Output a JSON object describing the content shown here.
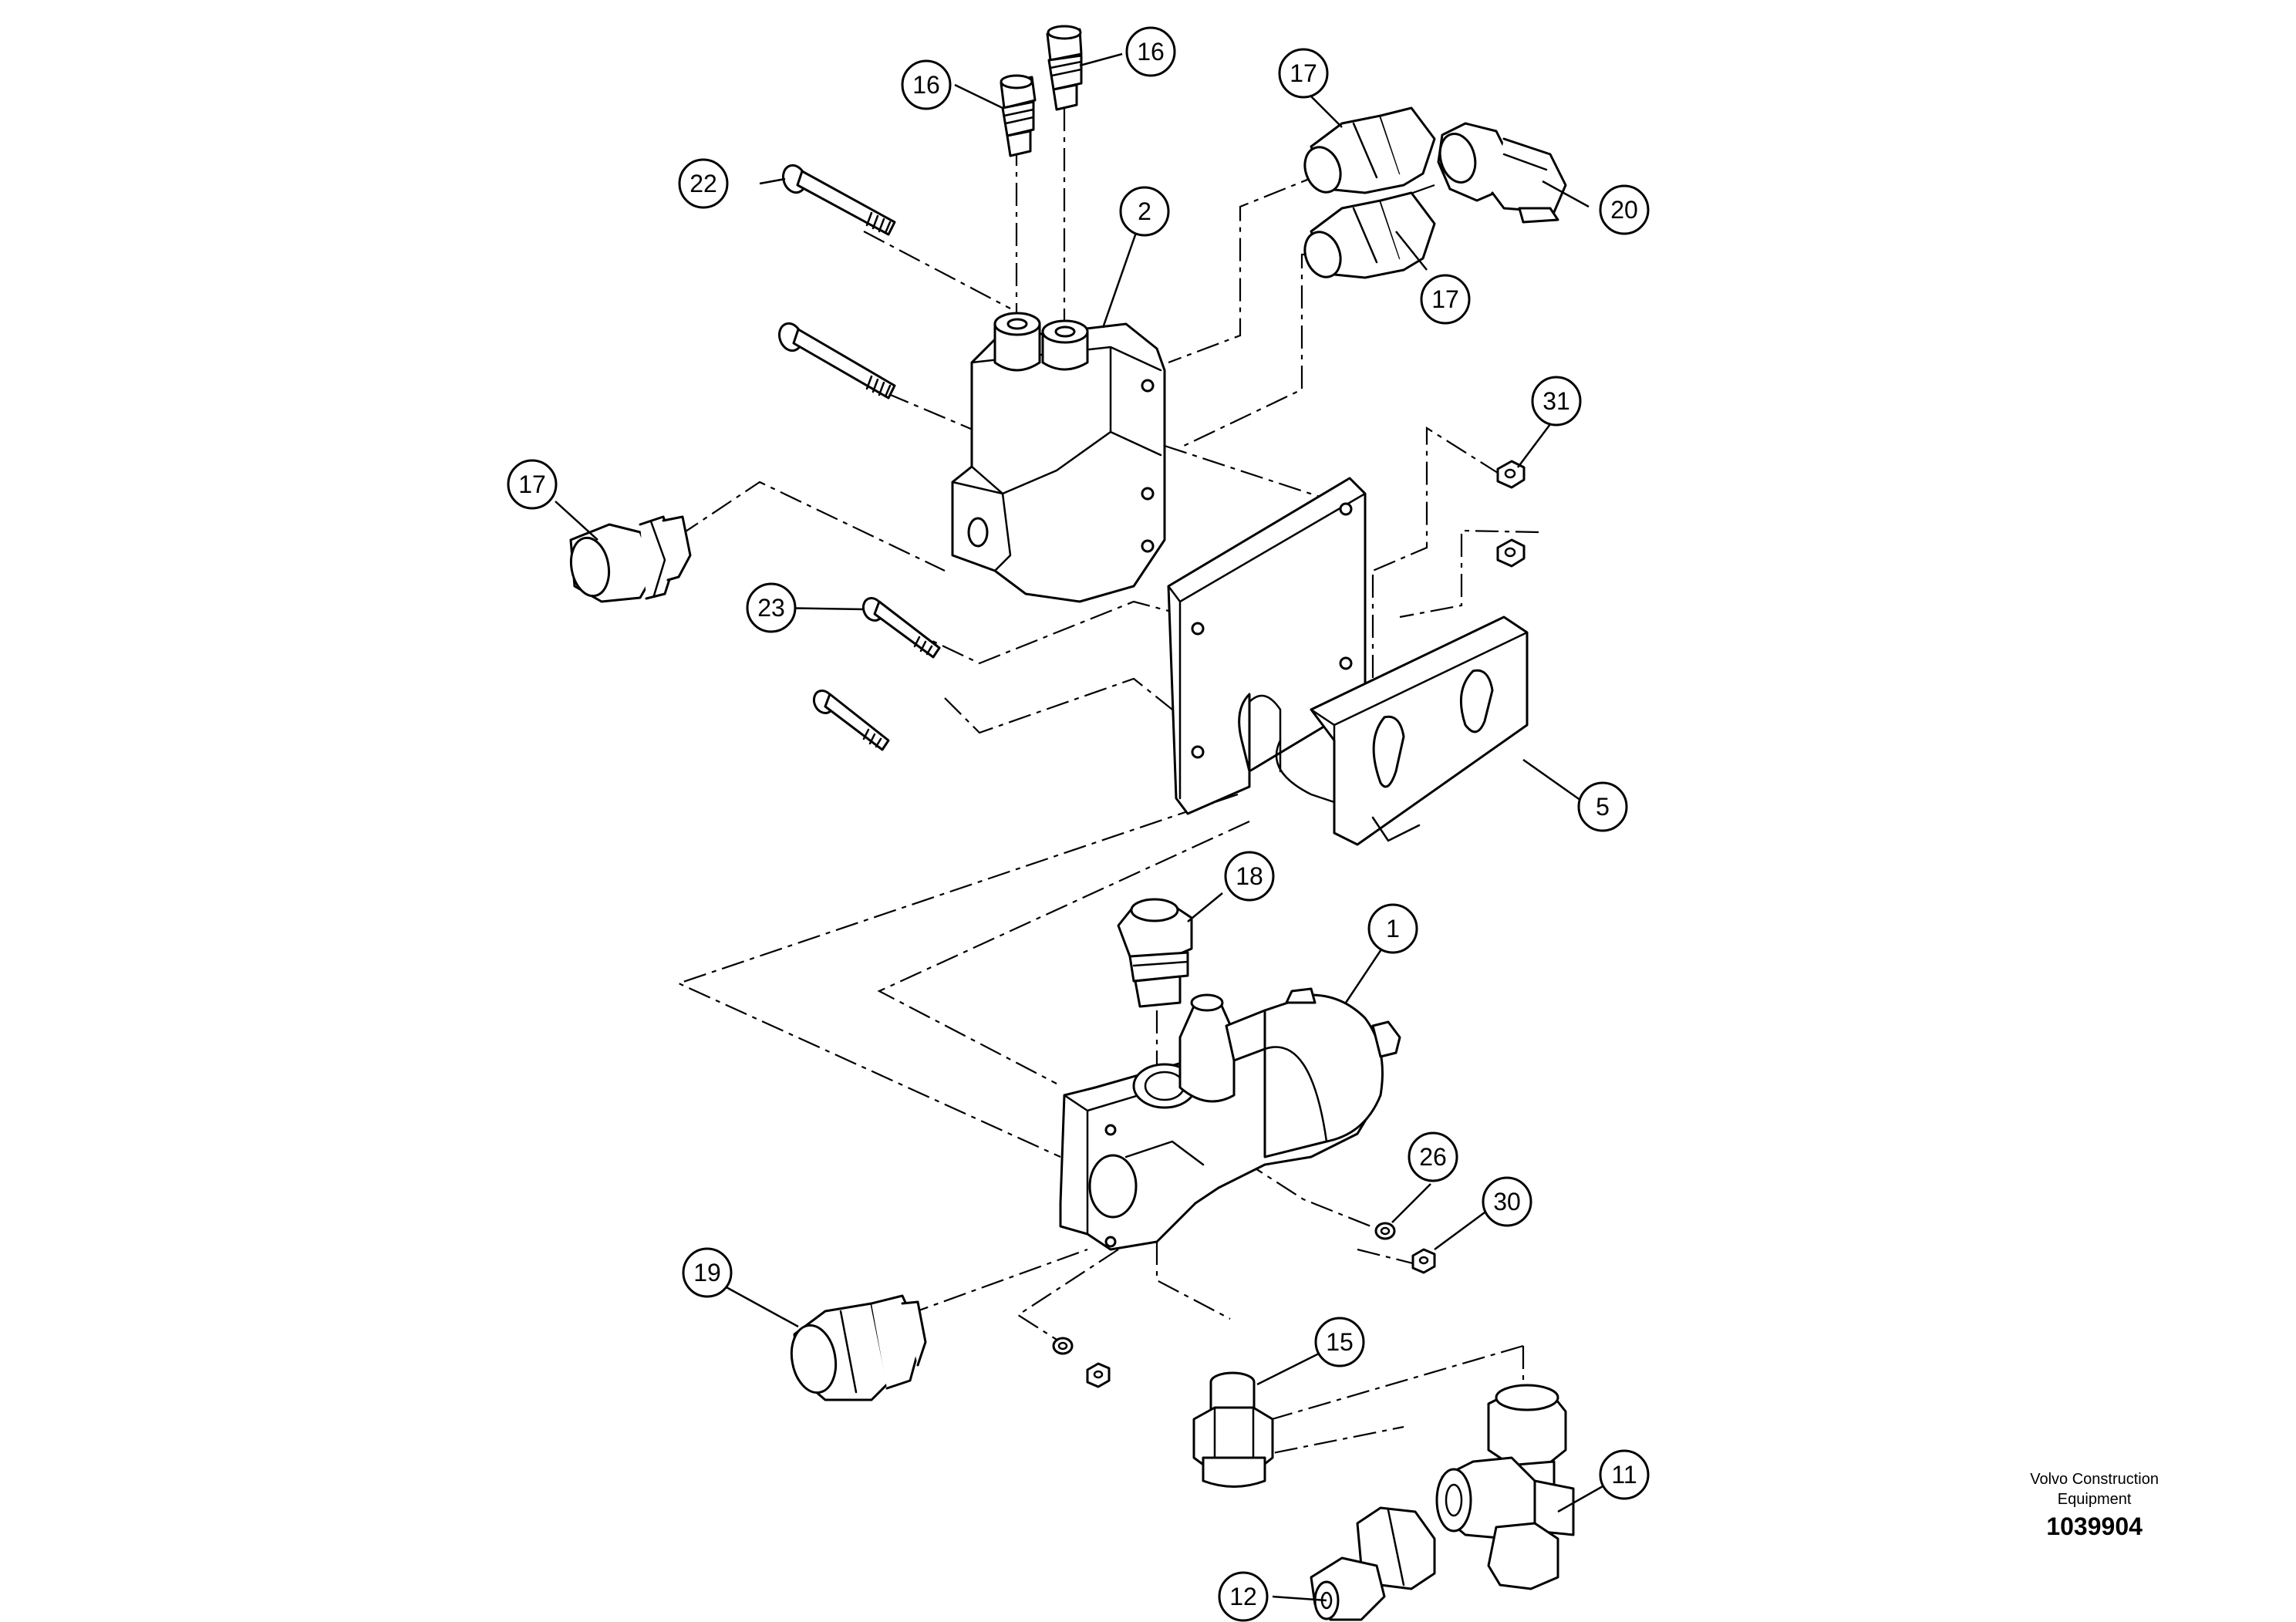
{
  "callouts": [
    {
      "id": "c16a",
      "label": "16"
    },
    {
      "id": "c16b",
      "label": "16"
    },
    {
      "id": "c17a",
      "label": "17"
    },
    {
      "id": "c20",
      "label": "20"
    },
    {
      "id": "c22",
      "label": "22"
    },
    {
      "id": "c2",
      "label": "2"
    },
    {
      "id": "c17b",
      "label": "17"
    },
    {
      "id": "c31",
      "label": "31"
    },
    {
      "id": "c17c",
      "label": "17"
    },
    {
      "id": "c23",
      "label": "23"
    },
    {
      "id": "c5",
      "label": "5"
    },
    {
      "id": "c18",
      "label": "18"
    },
    {
      "id": "c1",
      "label": "1"
    },
    {
      "id": "c26",
      "label": "26"
    },
    {
      "id": "c30",
      "label": "30"
    },
    {
      "id": "c19",
      "label": "19"
    },
    {
      "id": "c15",
      "label": "15"
    },
    {
      "id": "c11",
      "label": "11"
    },
    {
      "id": "c12",
      "label": "12"
    }
  ],
  "caption": {
    "company_line1": "Volvo Construction",
    "company_line2": "Equipment",
    "drawing_number": "1039904"
  }
}
